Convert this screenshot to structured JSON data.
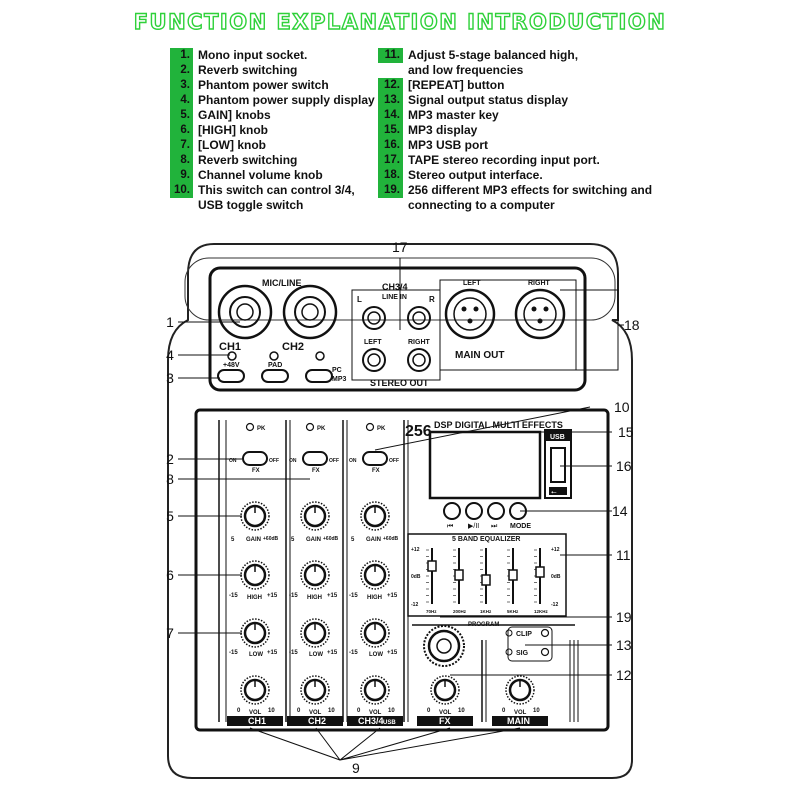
{
  "title": "FUNCTION EXPLANATION INTRODUCTION",
  "legend_left": [
    {
      "n": "1.",
      "t": "Mono input socket."
    },
    {
      "n": "2.",
      "t": "Reverb switching"
    },
    {
      "n": "3.",
      "t": "Phantom power switch"
    },
    {
      "n": "4.",
      "t": "Phantom power supply display"
    },
    {
      "n": "5.",
      "t": "GAIN] knobs"
    },
    {
      "n": "6.",
      "t": "[HIGH] knob"
    },
    {
      "n": "7.",
      "t": "[LOW] knob"
    },
    {
      "n": "8.",
      "t": "Reverb switching"
    },
    {
      "n": "9.",
      "t": "Channel volume knob"
    },
    {
      "n": "10.",
      "t": "This switch can control 3/4,"
    },
    {
      "n": "",
      "t": "USB toggle switch"
    }
  ],
  "legend_right": [
    {
      "n": "11.",
      "t": "Adjust 5-stage balanced high,"
    },
    {
      "n": "",
      "t": "and low frequencies"
    },
    {
      "n": "12.",
      "t": "[REPEAT] button"
    },
    {
      "n": "13.",
      "t": "Signal output status display"
    },
    {
      "n": "14.",
      "t": "MP3 master key"
    },
    {
      "n": "15.",
      "t": "MP3 display"
    },
    {
      "n": "16.",
      "t": "MP3 USB port"
    },
    {
      "n": "17.",
      "t": "TAPE stereo recording input port."
    },
    {
      "n": "18.",
      "t": "Stereo output interface."
    },
    {
      "n": "19.",
      "t": "256 different MP3 effects for switching and"
    },
    {
      "n": "",
      "t": "connecting to a computer"
    }
  ],
  "device": {
    "mic_line": "MIC/LINE",
    "ch1": "CH1",
    "ch2": "CH2",
    "plus48v": "+48V",
    "pad": "PAD",
    "pc": "PC",
    "mp3": "MP3",
    "ch34": "CH3/4",
    "line_in": "LINE IN",
    "l": "L",
    "r": "R",
    "left": "LEFT",
    "right": "RIGHT",
    "stereo_out": "STEREO OUT",
    "out_left": "LEFT",
    "out_right": "RIGHT",
    "main_out": "MAIN OUT",
    "pk": "PK",
    "on": "ON",
    "off": "OFF",
    "fx": "FX",
    "gain": "GAIN",
    "gain_min": "5",
    "gain_max": "+60dB",
    "high": "HIGH",
    "low": "LOW",
    "eq_min": "-15",
    "eq_max": "+15",
    "vol": "VOL",
    "vol_min": "0",
    "vol_max": "10",
    "strip_ch1": "CH1",
    "strip_ch2": "CH2",
    "strip_ch34": "CH3/4",
    "strip_usb": "USB",
    "dsp_num": "256",
    "dsp_text": "DSP DIGITAL MULTI EFFECTS",
    "usb": "USB",
    "mode": "MODE",
    "eq_title": "5 BAND EQUALIZER",
    "eq_plus12": "+12",
    "eq_0db": "0dB",
    "eq_minus12": "-12",
    "eq_freqs": [
      "70Hz",
      "200Hz",
      "1KHz",
      "5KHz",
      "12KHz"
    ],
    "program": "PROGRAM",
    "clip": "CLIP",
    "sig": "SIG",
    "fx_label": "FX",
    "main_label": "MAIN"
  },
  "callouts": [
    "1",
    "2",
    "3",
    "4",
    "5",
    "6",
    "7",
    "8",
    "9",
    "10",
    "11",
    "12",
    "13",
    "14",
    "15",
    "16",
    "17",
    "18",
    "19"
  ],
  "colors": {
    "accent": "#21b33b",
    "title_outline": "#2fd13a",
    "ink": "#111111"
  }
}
